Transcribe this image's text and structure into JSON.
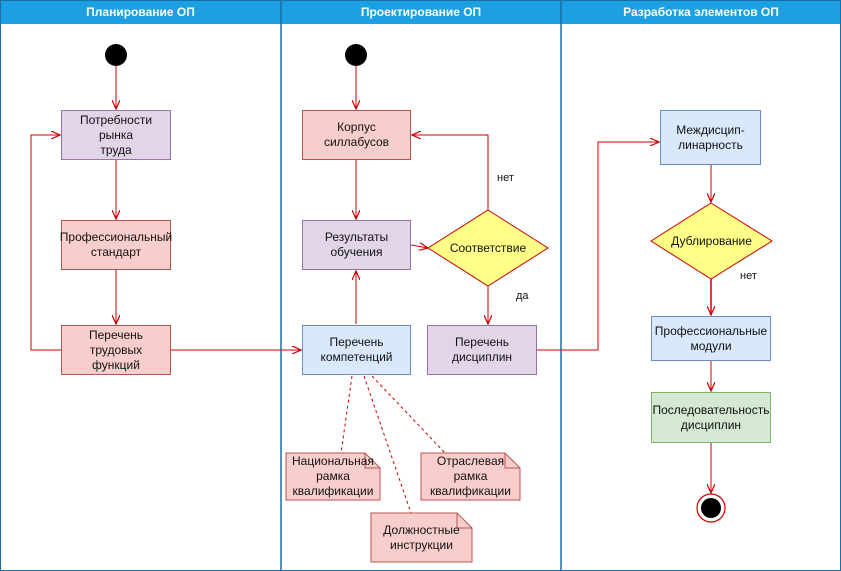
{
  "lanes": [
    {
      "title": "Планирование ОП"
    },
    {
      "title": "Проектирование ОП"
    },
    {
      "title": "Разработка элементов ОП"
    }
  ],
  "nodes": {
    "labor_market_needs": "Потребности рынка\nтруда",
    "professional_standard": "Профессиональный\nстандарт",
    "labor_functions_list": "Перечень трудовых\nфункций",
    "syllabus_corpus": "Корпус\nсиллабусов",
    "learning_outcomes": "Результаты\nобучения",
    "compliance": "Соответствие",
    "competencies_list": "Перечень\nкомпетенций",
    "disciplines_list": "Перечень\nдисциплин",
    "interdisciplinarity": "Междисцип-\nлинарность",
    "duplication": "Дублирование",
    "professional_modules": "Профессиональные\nмодули",
    "discipline_sequence": "Последовательность\nдисциплин"
  },
  "notes": {
    "national_qualification_framework": "Национальная\nрамка\nквалификации",
    "sector_qualification_framework": "Отраслевая\nрамка\nквалификации",
    "job_descriptions": "Должностные\nинструкции"
  },
  "edge_labels": {
    "no_compliance": "нет",
    "yes_compliance": "да",
    "no_duplication": "нет"
  },
  "colors": {
    "header": "#1ba1e2",
    "arrow": "#cc0000",
    "pink_fill": "#f8cecc",
    "purple_fill": "#e1d5e7",
    "blue_fill": "#dae8fc",
    "green_fill": "#d5e8d4",
    "diamond_fill": "#ffff88"
  }
}
